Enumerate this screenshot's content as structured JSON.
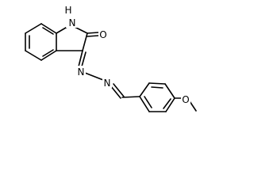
{
  "molecule": {
    "atom_labels": {
      "nh": "H",
      "n_indole": "N",
      "o_carbonyl": "O",
      "n_hydrazone_1": "N",
      "n_hydrazone_2": "N",
      "o_methoxy": "O"
    },
    "colors": {
      "bond": "#000000",
      "text": "#000000",
      "background": "#ffffff"
    }
  }
}
